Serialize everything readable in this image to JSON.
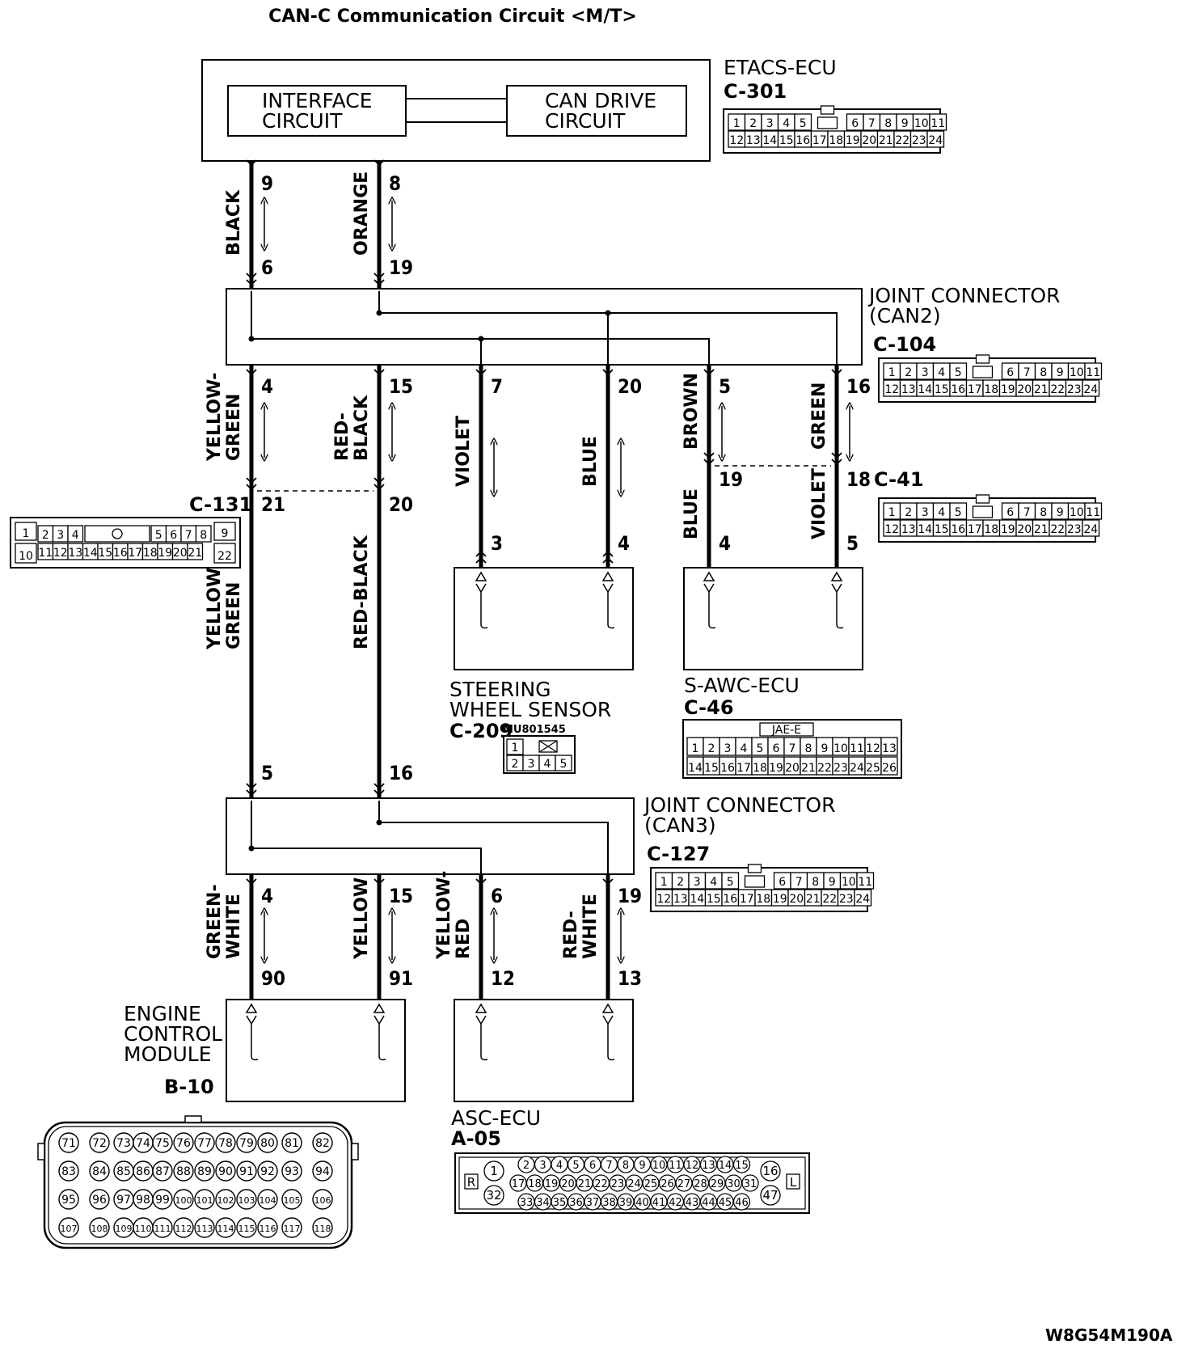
{
  "title": "CAN-C Communication Circuit <M/T>",
  "figure_code": "W8G54M190A",
  "etacs": {
    "name": "ETACS-ECU",
    "code": "C-301",
    "interface": [
      "INTERFACE",
      "CIRCUIT"
    ],
    "can_drive": [
      "CAN DRIVE",
      "CIRCUIT"
    ]
  },
  "joint_can2": {
    "name": [
      "JOINT CONNECTOR",
      "(CAN2)"
    ],
    "code": "C-104"
  },
  "joint_can3": {
    "name": [
      "JOINT CONNECTOR",
      "(CAN3)"
    ],
    "code": "C-127"
  },
  "c131": {
    "code": "C-131"
  },
  "c41": {
    "code": "C-41"
  },
  "steering": {
    "name": [
      "STEERING",
      "WHEEL SENSOR"
    ],
    "code": "C-209",
    "part": "MU801545"
  },
  "sawc": {
    "name": "S-AWC-ECU",
    "code": "C-46",
    "tag": "JAE-E"
  },
  "ecm": {
    "name": [
      "ENGINE",
      "CONTROL",
      "MODULE"
    ],
    "code": "B-10"
  },
  "asc": {
    "name": "ASC-ECU",
    "code": "A-05",
    "left": "R",
    "right": "L"
  },
  "pins": {
    "etacs_a": "9",
    "etacs_b": "8",
    "can2_in_a": "6",
    "can2_in_b": "19",
    "can2_out": [
      "4",
      "15",
      "7",
      "20",
      "5",
      "16"
    ],
    "c131_a": "21",
    "c131_b": "20",
    "c41_a": "19",
    "c41_b": "18",
    "steer_a": "3",
    "steer_b": "4",
    "sawc_a": "4",
    "sawc_b": "5",
    "can3_in_a": "5",
    "can3_in_b": "16",
    "can3_out": [
      "4",
      "15",
      "6",
      "19"
    ],
    "ecm_a": "90",
    "ecm_b": "91",
    "asc_a": "12",
    "asc_b": "13"
  },
  "wires": {
    "etacs_a": "BLACK",
    "etacs_b": "ORANGE",
    "can2_a": [
      "YELLOW-",
      "GREEN"
    ],
    "can2_b": [
      "RED-",
      "BLACK"
    ],
    "violet": "VIOLET",
    "blue": "BLUE",
    "brown": "BROWN",
    "green": "GREEN",
    "c41_blue": "BLUE",
    "c41_violet": "VIOLET",
    "long_a": [
      "YELLOW-",
      "GREEN"
    ],
    "long_b": "RED-BLACK",
    "can3_a": [
      "GREEN-",
      "WHITE"
    ],
    "can3_b": "YELLOW",
    "can3_c": [
      "YELLOW-",
      "RED"
    ],
    "can3_d": [
      "RED-",
      "WHITE"
    ]
  },
  "connectors": {
    "c301": {
      "top": [
        "1",
        "2",
        "3",
        "4",
        "5",
        "6",
        "7",
        "8",
        "9",
        "10",
        "11"
      ],
      "bottom": [
        "12",
        "13",
        "14",
        "15",
        "16",
        "17",
        "18",
        "19",
        "20",
        "21",
        "22",
        "23",
        "24"
      ]
    },
    "c104": {
      "top": [
        "1",
        "2",
        "3",
        "4",
        "5",
        "6",
        "7",
        "8",
        "9",
        "10",
        "11"
      ],
      "bottom": [
        "12",
        "13",
        "14",
        "15",
        "16",
        "17",
        "18",
        "19",
        "20",
        "21",
        "22",
        "23",
        "24"
      ]
    },
    "c41": {
      "top": [
        "1",
        "2",
        "3",
        "4",
        "5",
        "6",
        "7",
        "8",
        "9",
        "10",
        "11"
      ],
      "bottom": [
        "12",
        "13",
        "14",
        "15",
        "16",
        "17",
        "18",
        "19",
        "20",
        "21",
        "22",
        "23",
        "24"
      ]
    },
    "c127": {
      "top": [
        "1",
        "2",
        "3",
        "4",
        "5",
        "6",
        "7",
        "8",
        "9",
        "10",
        "11"
      ],
      "bottom": [
        "12",
        "13",
        "14",
        "15",
        "16",
        "17",
        "18",
        "19",
        "20",
        "21",
        "22",
        "23",
        "24"
      ]
    },
    "c131": {
      "top": [
        "1",
        "2",
        "3",
        "4",
        "5",
        "6",
        "7",
        "8",
        "9"
      ],
      "bottom": [
        "10",
        "11",
        "12",
        "13",
        "14",
        "15",
        "16",
        "17",
        "18",
        "19",
        "20",
        "21",
        "22"
      ]
    },
    "c209": {
      "top": [
        "1"
      ],
      "bottom": [
        "2",
        "3",
        "4",
        "5"
      ]
    },
    "c46": {
      "top": [
        "1",
        "2",
        "3",
        "4",
        "5",
        "6",
        "7",
        "8",
        "9",
        "10",
        "11",
        "12",
        "13"
      ],
      "bottom": [
        "14",
        "15",
        "16",
        "17",
        "18",
        "19",
        "20",
        "21",
        "22",
        "23",
        "24",
        "25",
        "26"
      ]
    },
    "b10": {
      "rows": [
        [
          "71",
          "72",
          "73",
          "74",
          "75",
          "76",
          "77",
          "78",
          "79",
          "80",
          "81",
          "82"
        ],
        [
          "83",
          "84",
          "85",
          "86",
          "87",
          "88",
          "89",
          "90",
          "91",
          "92",
          "93",
          "94"
        ],
        [
          "95",
          "96",
          "97",
          "98",
          "99",
          "100",
          "101",
          "102",
          "103",
          "104",
          "105",
          "106"
        ],
        [
          "107",
          "108",
          "109",
          "110",
          "111",
          "112",
          "113",
          "114",
          "115",
          "116",
          "117",
          "118"
        ]
      ]
    },
    "a05": {
      "row1": [
        "2",
        "3",
        "4",
        "5",
        "6",
        "7",
        "8",
        "9",
        "10",
        "11",
        "12",
        "13",
        "14",
        "15"
      ],
      "row2": [
        "17",
        "18",
        "19",
        "20",
        "21",
        "22",
        "23",
        "24",
        "25",
        "26",
        "27",
        "28",
        "29",
        "30",
        "31"
      ],
      "row3": [
        "33",
        "34",
        "35",
        "36",
        "37",
        "38",
        "39",
        "40",
        "41",
        "42",
        "43",
        "44",
        "45",
        "46"
      ],
      "left": [
        "1",
        "32"
      ],
      "right": [
        "16",
        "47"
      ]
    }
  }
}
